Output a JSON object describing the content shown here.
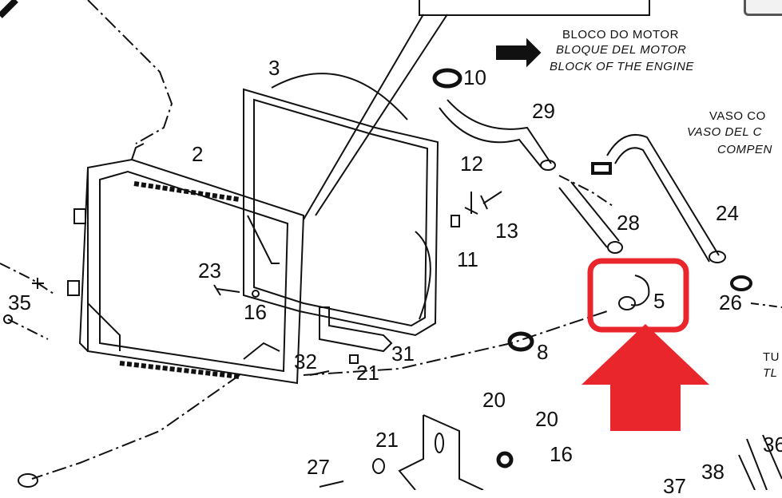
{
  "labels": {
    "engine_block": [
      "BLOCO DO MOTOR",
      "BLOQUE DEL MOTOR",
      "BLOCK OF THE ENGINE"
    ],
    "expansion_tank": [
      "VASO CO",
      "VASO DEL C",
      "COMPEN"
    ],
    "tube_partial": [
      "TU",
      "TL"
    ]
  },
  "part_numbers": {
    "p2": "2",
    "p3": "3",
    "p5": "5",
    "p8": "8",
    "p10": "10",
    "p11": "11",
    "p12": "12",
    "p13": "13",
    "p16a": "16",
    "p16b": "16",
    "p20a": "20",
    "p20b": "20",
    "p21a": "21",
    "p21b": "21",
    "p23": "23",
    "p24": "24",
    "p26": "26",
    "p27": "27",
    "p28": "28",
    "p29": "29",
    "p31": "31",
    "p32": "32",
    "p35": "35",
    "p36": "36",
    "p37": "37",
    "p38": "38"
  },
  "colors": {
    "highlight": "#e8262b",
    "line": "#111111"
  },
  "icons": {
    "pointer": "arrow-right-icon",
    "highlight_pointer": "arrow-up-icon"
  }
}
